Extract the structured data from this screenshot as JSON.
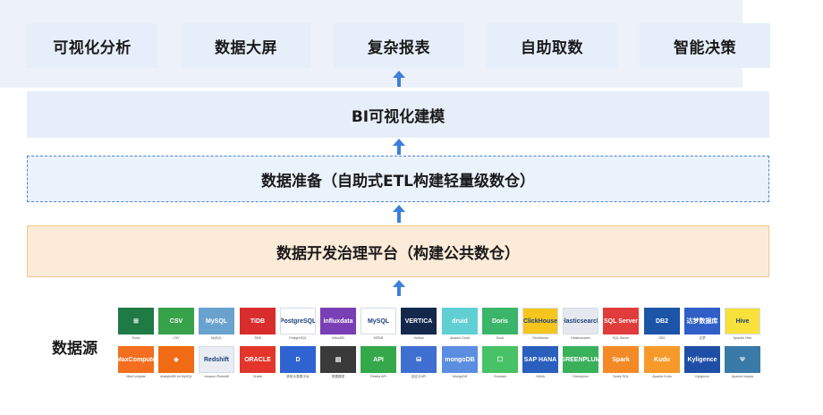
{
  "top_layer": [
    "可视化分析",
    "数据大屏",
    "复杂报表",
    "自助取数",
    "智能决策"
  ],
  "bi_layer": "BI可视化建模",
  "prep_layer": "数据准备（自助式ETL构建轻量级数仓）",
  "gov_layer": "数据开发治理平台（构建公共数仓）",
  "source_title": "数据源",
  "sources_row1": [
    {
      "logo": "⊞",
      "label": "Excel",
      "color": "#1f7a45",
      "icon": "excel-icon"
    },
    {
      "logo": "CSV",
      "label": "CSV",
      "color": "#38a24a",
      "icon": "csv-icon"
    },
    {
      "logo": "MySQL",
      "label": "MySQL",
      "color": "#6aa2cf",
      "icon": "mysql-icon"
    },
    {
      "logo": "TiDB",
      "label": "TiDB",
      "color": "#d92d2d",
      "icon": "tidb-icon"
    },
    {
      "logo": "PostgreSQL",
      "label": "PostgreSQL",
      "color": "#ffffff",
      "icon": "postgresql-icon"
    },
    {
      "logo": "influxdata",
      "label": "InfluxDB",
      "color": "#7a3fb4",
      "icon": "influxdb-icon"
    },
    {
      "logo": "MySQL",
      "label": "MTiDB",
      "color": "#ffffff",
      "icon": "mtidb-icon"
    },
    {
      "logo": "VERTICA",
      "label": "Vertica",
      "color": "#13284b",
      "icon": "vertica-icon"
    },
    {
      "logo": "druid",
      "label": "Apache Druid",
      "color": "#5fcfd4",
      "icon": "druid-icon"
    },
    {
      "logo": "Doris",
      "label": "Doris",
      "color": "#3ab56a",
      "icon": "doris-icon"
    },
    {
      "logo": "ClickHouse",
      "label": "ClickHouse",
      "color": "#f7c61e",
      "icon": "clickhouse-icon"
    },
    {
      "logo": "elasticsearch",
      "label": "Elasticsearch",
      "color": "#e5e9ef",
      "icon": "elasticsearch-icon"
    },
    {
      "logo": "SQL Server",
      "label": "SQL Server",
      "color": "#e03c3c",
      "icon": "sqlserver-icon"
    },
    {
      "logo": "DB2",
      "label": "DB2",
      "color": "#1c55a8",
      "icon": "db2-icon"
    },
    {
      "logo": "达梦数据库",
      "label": "达梦",
      "color": "#2f5fc7",
      "icon": "dameng-icon"
    },
    {
      "logo": "Hive",
      "label": "Apache Hive",
      "color": "#f8e13a",
      "icon": "hive-icon"
    }
  ],
  "sources_row2": [
    {
      "logo": "MaxCompute",
      "label": "MaxCompute",
      "color": "#f36e1e",
      "icon": "maxcompute-icon"
    },
    {
      "logo": "◈",
      "label": "AnalyticDB for MySQL",
      "color": "#f06b14",
      "icon": "analyticdb-icon"
    },
    {
      "logo": "Redshift",
      "label": "Amazon Redshift",
      "color": "#e9edf3",
      "icon": "redshift-icon"
    },
    {
      "logo": "ORACLE",
      "label": "Oracle",
      "color": "#e3352b",
      "icon": "oracle-icon"
    },
    {
      "logo": "D",
      "label": "帆软大数据平台",
      "color": "#2f63d1",
      "icon": "finebi-icon"
    },
    {
      "logo": "▤",
      "label": "数据模型",
      "color": "#3a3a3a",
      "icon": "datamodel-icon"
    },
    {
      "logo": "API",
      "label": "Restful API",
      "color": "#34a84a",
      "icon": "api-icon"
    },
    {
      "logo": "⛁",
      "label": "自定义API",
      "color": "#3f6fd0",
      "icon": "custom-api-icon"
    },
    {
      "logo": "mongoDB",
      "label": "MongoDB",
      "color": "#5b8ee0",
      "icon": "mongodb-icon"
    },
    {
      "logo": "☐",
      "label": "Cloudant",
      "color": "#47c266",
      "icon": "cloudant-icon"
    },
    {
      "logo": "SAP HANA",
      "label": "HANA",
      "color": "#2a5fbe",
      "icon": "hana-icon"
    },
    {
      "logo": "GREENPLUM",
      "label": "Greenplum",
      "color": "#3ab05a",
      "icon": "greenplum-icon"
    },
    {
      "logo": "Spark",
      "label": "Spark SQL",
      "color": "#f38a26",
      "icon": "spark-icon"
    },
    {
      "logo": "Kudu",
      "label": "Apache Kudu",
      "color": "#f59a2a",
      "icon": "kudu-icon"
    },
    {
      "logo": "Kyligence",
      "label": "Kyligence",
      "color": "#1f4ea6",
      "icon": "kyligence-icon"
    },
    {
      "logo": "Ψ",
      "label": "Apache Impala",
      "color": "#3a7aa8",
      "icon": "impala-icon"
    }
  ]
}
